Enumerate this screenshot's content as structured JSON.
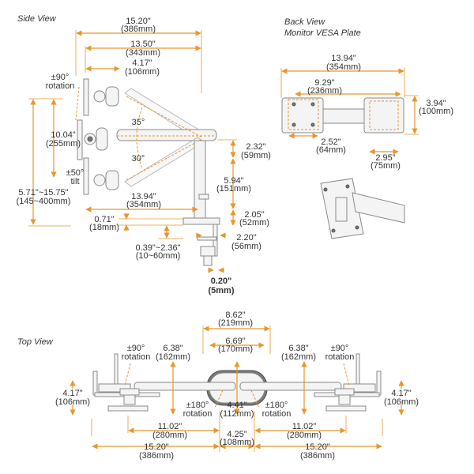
{
  "accent_color": "#e8962e",
  "side_view": {
    "title": "Side View",
    "overall_length": [
      "15.20\"",
      "(386mm)"
    ],
    "arm_length": [
      "13.50\"",
      "(343mm)"
    ],
    "head_depth": [
      "4.17\"",
      "(106mm)"
    ],
    "rotation": [
      "±90°",
      "rotation"
    ],
    "vertical_travel": [
      "10.04\"",
      "(255mm)"
    ],
    "height_range": [
      "5.71\"~15.75\"",
      "(145~400mm)"
    ],
    "angle_up": "35°",
    "angle_down": "30°",
    "tilt": [
      "±50°",
      "tilt"
    ],
    "reach": [
      "13.94\"",
      "(354mm)"
    ],
    "base_thickness": [
      "0.71\"",
      "(18mm)"
    ],
    "desk_thickness": [
      "0.39\"~2.36\"",
      "(10~60mm)"
    ],
    "arm_offset": [
      "2.32\"",
      "(59mm)"
    ],
    "pole_height": [
      "5.94\"",
      "(151mm)"
    ],
    "pole_base": [
      "2.05\"",
      "(52mm)"
    ],
    "clamp_depth": [
      "2.20\"",
      "(56mm)"
    ],
    "clamp_gap": [
      "0.20\"",
      "(5mm)"
    ]
  },
  "back_view": {
    "title": "Back View",
    "subtitle": "Monitor VESA Plate",
    "total_width": [
      "13.94\"",
      "(354mm)"
    ],
    "plate_span": [
      "9.29\"",
      "(236mm)"
    ],
    "plate_height": [
      "3.94\"",
      "(100mm)"
    ],
    "vesa_left": [
      "2.52\"",
      "(64mm)"
    ],
    "vesa_right": [
      "2.95\"",
      "(75mm)"
    ]
  },
  "top_view": {
    "title": "Top View",
    "hub_outer": [
      "8.62\"",
      "(219mm)"
    ],
    "hub_inner": [
      "6.69\"",
      "(170mm)"
    ],
    "left_rotation": [
      "±90°",
      "rotation"
    ],
    "left_arm": [
      "6.38\"",
      "(162mm)"
    ],
    "right_arm": [
      "6.38\"",
      "(162mm)"
    ],
    "right_rotation": [
      "±90°",
      "rotation"
    ],
    "left_depth": [
      "4.17\"",
      "(106mm)"
    ],
    "right_depth": [
      "4.17\"",
      "(106mm)"
    ],
    "left_hub_rotation": [
      "±180°",
      "rotation"
    ],
    "hub_depth": [
      "4.41\"",
      "(112mm)"
    ],
    "right_hub_rotation": [
      "±180°",
      "rotation"
    ],
    "left_reach": [
      "11.02\"",
      "(280mm)"
    ],
    "right_reach": [
      "11.02\"",
      "(280mm)"
    ],
    "hub_width": [
      "4.25\"",
      "(108mm)"
    ],
    "left_total": [
      "15.20\"",
      "(386mm)"
    ],
    "right_total": [
      "15.20\"",
      "(386mm)"
    ]
  }
}
